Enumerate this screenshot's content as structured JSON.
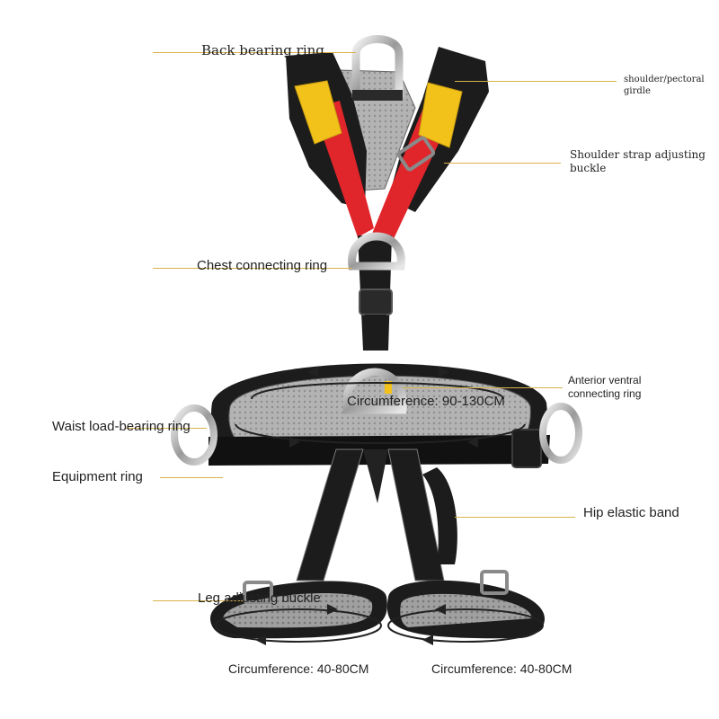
{
  "labels": {
    "back_bearing_ring": "Back bearing ring",
    "shoulder_pectoral_girdle_line1": "shoulder/pectoral",
    "shoulder_pectoral_girdle_line2": "girdle",
    "shoulder_strap_buckle_line1": "Shoulder strap adjusting",
    "shoulder_strap_buckle_line2": "buckle",
    "chest_connecting_ring": "Chest connecting ring",
    "anterior_ventral_ring_line1": "Anterior ventral",
    "anterior_ventral_ring_line2": "connecting ring",
    "waist_circumference": "Circumference: 90-130CM",
    "waist_load_bearing_ring": "Waist load-bearing ring",
    "equipment_ring": "Equipment ring",
    "hip_elastic_band": "Hip elastic band",
    "leg_adjusting_buckle": "Leg adjusting buckle",
    "left_leg_circumference": "Circumference: 40-80CM",
    "right_leg_circumference": "Circumference: 40-80CM"
  },
  "colors": {
    "strap_red": "#e0252b",
    "pad_black": "#1c1c1c",
    "mesh_gray": "#a9a9a9",
    "accent_yellow": "#f2c21b",
    "metal": "#c8c8c8",
    "leader_line": "#d8b24a"
  }
}
